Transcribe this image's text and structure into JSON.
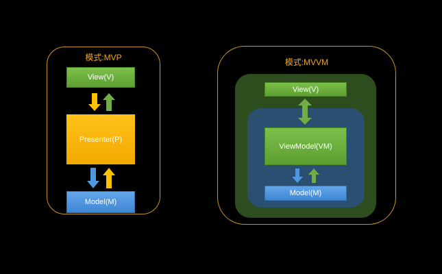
{
  "mvp": {
    "title": "模式:MVP",
    "view": "View(V)",
    "presenter": "Presenter(P)",
    "model": "Model(M)"
  },
  "mvvm": {
    "title": "模式:MVVM",
    "view": "View(V)",
    "viewmodel": "ViewModel(VM)",
    "model": "Model(M)"
  },
  "colors": {
    "background": "#000000",
    "frame_border": "#c8961e",
    "title_text": "#f0a81c",
    "view_green": "#6aae3c",
    "presenter_yellow": "#ffbe0a",
    "model_blue": "#4f97e0",
    "arrow_yellow": "#ffc000",
    "arrow_green": "#70ad47",
    "arrow_blue": "#4f97e0"
  }
}
